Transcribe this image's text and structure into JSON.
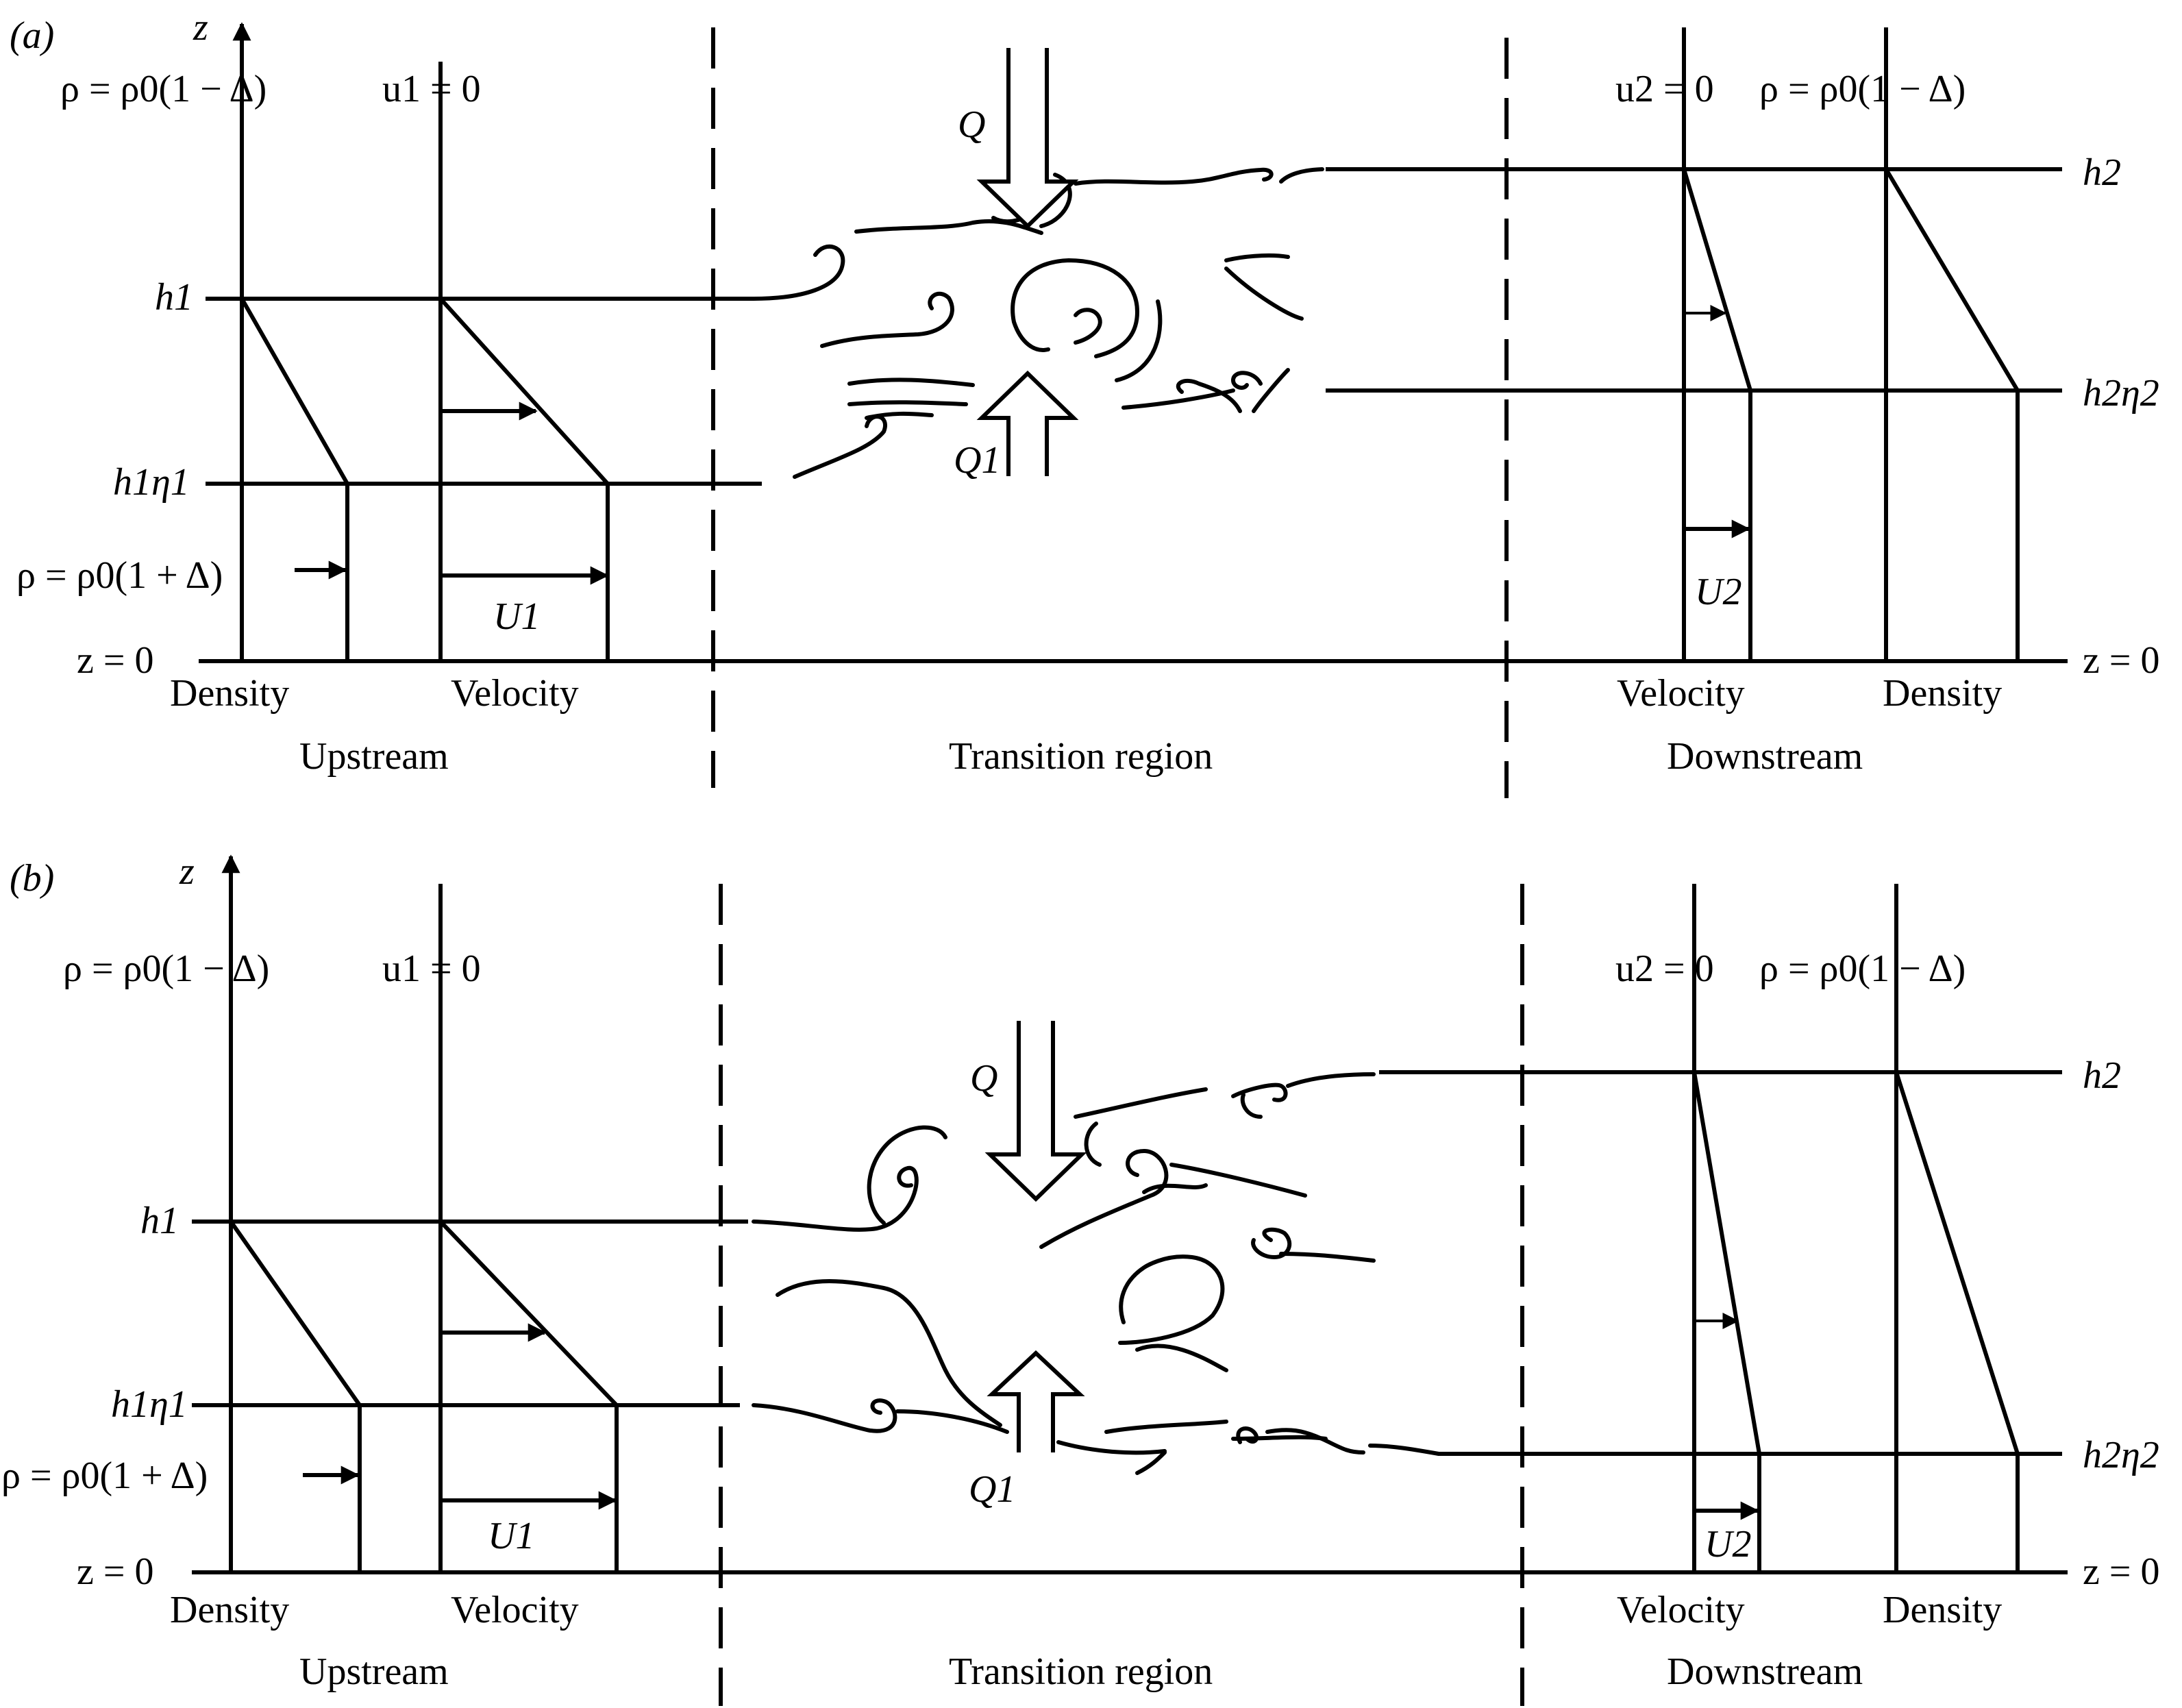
{
  "panels": [
    {
      "tag": "(a)",
      "axis": "z",
      "rho_top": "ρ = ρ0(1 − Δ)",
      "u1": "u1 = 0",
      "u2": "u2 = 0",
      "rho_top_right": "ρ = ρ0(1 − Δ)",
      "h1": "h1",
      "h1eta1": "h1η1",
      "h2": "h2",
      "h2eta2": "h2η2",
      "rho_bottom": "ρ = ρ0(1 + Δ)",
      "z0_left": "z = 0",
      "z0_right": "z = 0",
      "U1": "U1",
      "U2": "U2",
      "Q": "Q",
      "Q1": "Q1",
      "col_density_left": "Density",
      "col_velocity_left": "Velocity",
      "col_velocity_right": "Velocity",
      "col_density_right": "Density",
      "region_upstream": "Upstream",
      "region_transition": "Transition region",
      "region_downstream": "Downstream"
    },
    {
      "tag": "(b)",
      "axis": "z",
      "rho_top": "ρ = ρ0(1 − Δ)",
      "u1": "u1 = 0",
      "u2": "u2 = 0",
      "rho_top_right": "ρ = ρ0(1 − Δ)",
      "h1": "h1",
      "h1eta1": "h1η1",
      "h2": "h2",
      "h2eta2": "h2η2",
      "rho_bottom": "ρ = ρ0(1 + Δ)",
      "z0_left": "z = 0",
      "z0_right": "z = 0",
      "U1": "U1",
      "U2": "U2",
      "Q": "Q",
      "Q1": "Q1",
      "col_density_left": "Density",
      "col_velocity_left": "Velocity",
      "col_velocity_right": "Velocity",
      "col_density_right": "Density",
      "region_upstream": "Upstream",
      "region_transition": "Transition region",
      "region_downstream": "Downstream"
    }
  ]
}
